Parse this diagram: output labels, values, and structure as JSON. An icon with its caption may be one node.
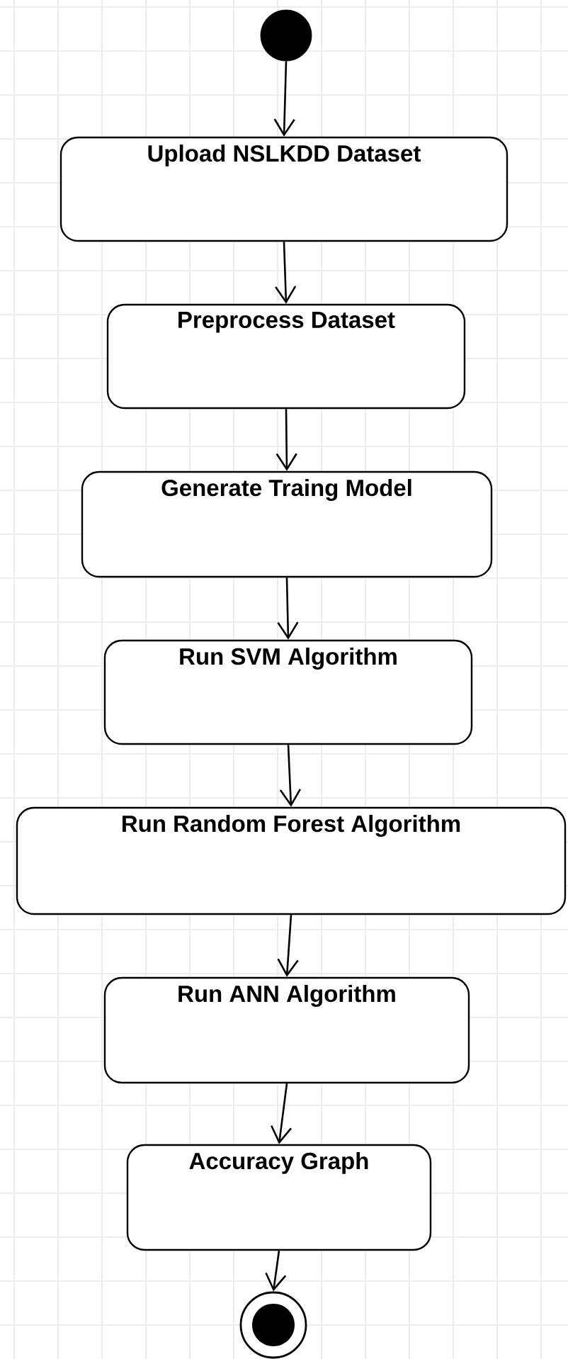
{
  "diagram": {
    "nodes": [
      {
        "text": [],
        "shape": "circle"
      },
      {
        "text": [
          "Upload NSLKDD Dataset"
        ]
      },
      {
        "text": [
          "Preprocess Dataset"
        ]
      },
      {
        "text": [
          "Generate Traing Model"
        ]
      },
      {
        "text": [
          "Run SVM Algorithm"
        ]
      },
      {
        "text": [
          "Run Random Forest Algorithm"
        ]
      },
      {
        "text": [
          "Run ANN Algorithm"
        ]
      },
      {
        "text": [
          "Accuracy Graph"
        ]
      },
      {
        "text": [],
        "shape": "target"
      }
    ],
    "edges": [
      {
        "from": 0,
        "to": 1,
        "arrow": "to"
      },
      {
        "from": 1,
        "to": 2,
        "arrow": "to"
      },
      {
        "from": 2,
        "to": 3,
        "arrow": "to"
      },
      {
        "from": 3,
        "to": 4,
        "arrow": "to"
      },
      {
        "from": 4,
        "to": 5,
        "arrow": "to"
      },
      {
        "from": 5,
        "to": 6,
        "arrow": "to"
      },
      {
        "from": 6,
        "to": 7,
        "arrow": "to"
      },
      {
        "from": 7,
        "to": 8,
        "arrow": "to"
      }
    ]
  }
}
